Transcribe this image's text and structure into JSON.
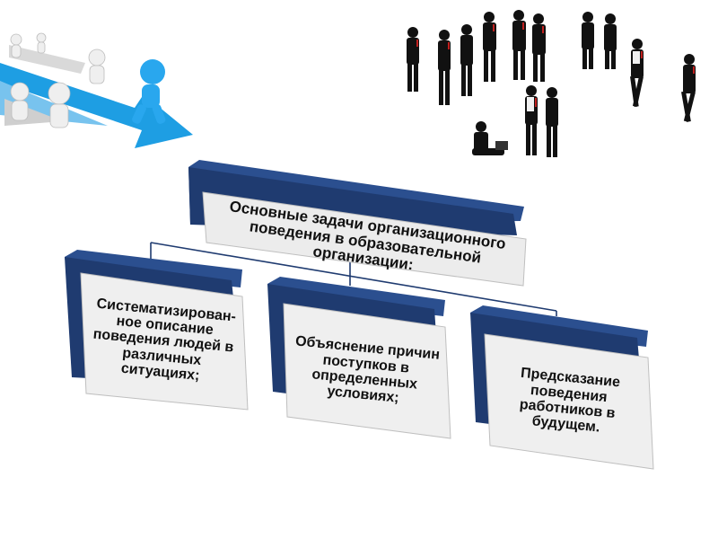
{
  "diagram": {
    "root": {
      "text": "Основные задачи организационного поведения в образовательной организации:"
    },
    "children": [
      {
        "text": "Систематизирован-ное описание поведения людей в различных ситуациях;"
      },
      {
        "text": "Объяснение причин поступков в определенных условиях;"
      },
      {
        "text": "Предсказание поведения работников в будущем."
      }
    ]
  },
  "colors": {
    "box_dark": "#1f3b70",
    "box_dark_edge": "#2b4f8f",
    "box_light": "#efefef",
    "connector": "#1f3b70",
    "arrow_blue": "#1e9ee3",
    "figure_white": "#f0f0f0",
    "silhouette": "#111111",
    "tie_red": "#c0201f"
  },
  "illustrations": {
    "top_left": "running-figures-arrow-icon",
    "top_right": "business-people-silhouettes-icon"
  }
}
